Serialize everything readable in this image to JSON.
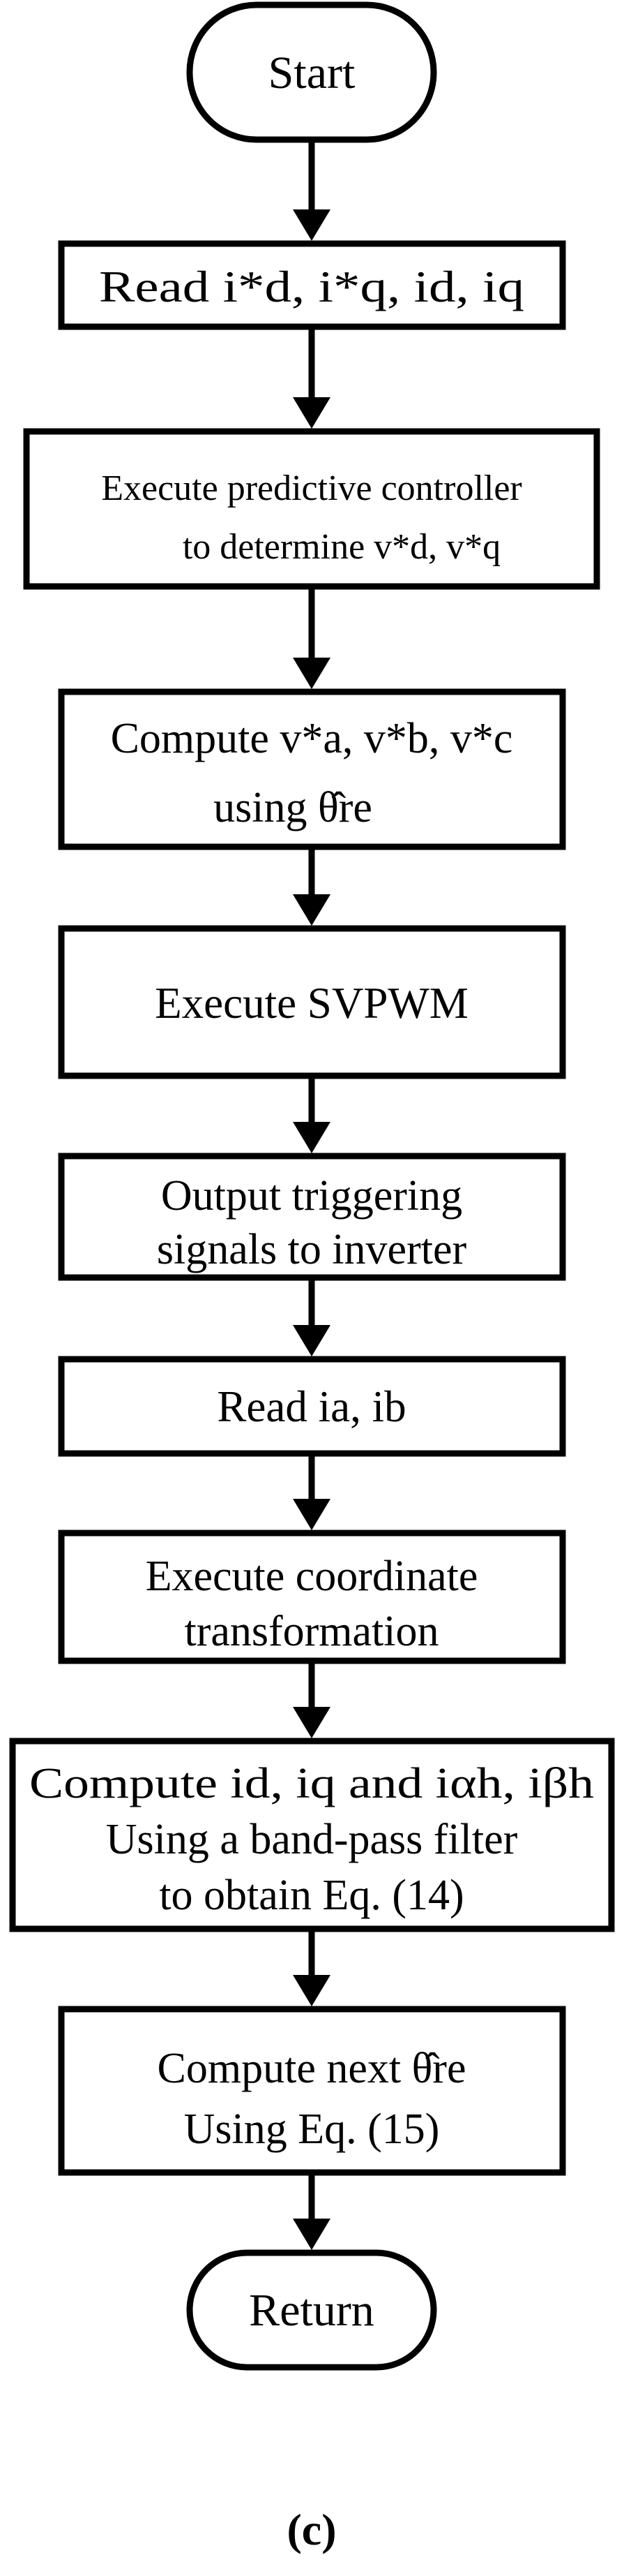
{
  "flowchart": {
    "start": "Start",
    "steps": [
      {
        "lines": [
          "Read i*d, i*q, id, iq"
        ]
      },
      {
        "lines": [
          "Execute predictive controller",
          "to determine v*d, v*q"
        ]
      },
      {
        "lines": [
          "Compute v*a, v*b, v*c",
          "using θ̂re"
        ]
      },
      {
        "lines": [
          "Execute SVPWM"
        ]
      },
      {
        "lines": [
          "Output triggering",
          "signals to inverter"
        ]
      },
      {
        "lines": [
          "Read ia, ib"
        ]
      },
      {
        "lines": [
          "Execute coordinate",
          "transformation"
        ]
      },
      {
        "lines": [
          "Compute id, iq and iαh, iβh",
          "Using a band-pass filter",
          "to obtain Eq. (14)"
        ]
      },
      {
        "lines": [
          "Compute next θ̂re",
          "Using Eq. (15)"
        ]
      }
    ],
    "end": "Return"
  },
  "caption": "(c)"
}
